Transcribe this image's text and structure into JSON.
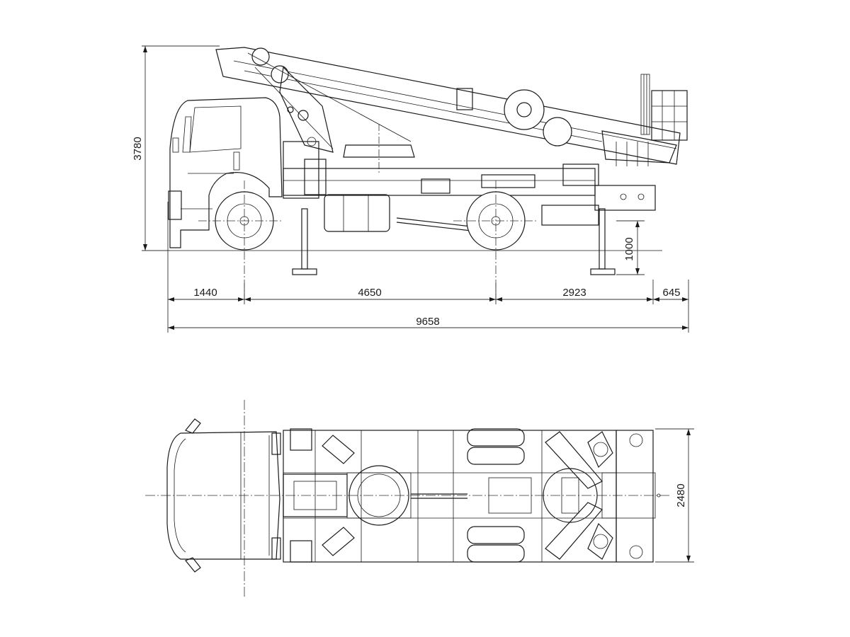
{
  "side_view": {
    "dims": {
      "total_height": "3780",
      "front_overhang": "1440",
      "wheelbase": "4650",
      "rear_overhang": "2923",
      "rear_extension": "645",
      "overall_length": "9658",
      "outrigger_height": "1000"
    }
  },
  "top_view": {
    "dims": {
      "overall_width": "2480"
    }
  }
}
